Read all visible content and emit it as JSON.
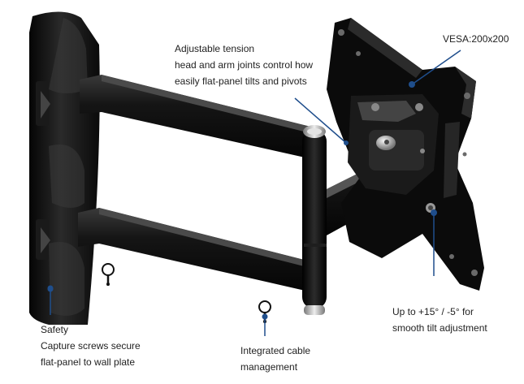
{
  "callouts": {
    "tension": {
      "title": "Adjustable tension",
      "line1": "head and arm joints control how",
      "line2": "easily flat-panel tilts and pivots"
    },
    "vesa": {
      "text": "VESA:200x200"
    },
    "tilt": {
      "line1": "Up to +15° / -5° for",
      "line2": "smooth tilt adjustment"
    },
    "safety": {
      "title": "Safety",
      "line1": "Capture screws secure",
      "line2": "flat-panel to wall plate"
    },
    "cable": {
      "line1": "Integrated cable",
      "line2": "management"
    }
  },
  "colors": {
    "accent": "#1f4e8c",
    "bracket": "#111111",
    "text": "#222222"
  }
}
